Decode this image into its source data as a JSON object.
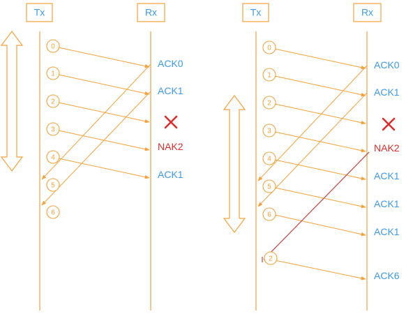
{
  "colors": {
    "orange": "#f5a23a",
    "blue": "#3d9be9",
    "red": "#e02b2b",
    "dark_red": "#c8504e"
  },
  "left": {
    "tx_label": "Tx",
    "rx_label": "Rx",
    "packets": [
      "0",
      "1",
      "2",
      "3",
      "4",
      "5",
      "6"
    ],
    "responses": [
      {
        "text": "ACK0",
        "kind": "ack"
      },
      {
        "text": "ACK1",
        "kind": "ack"
      },
      {
        "text": "NAK2",
        "kind": "nak"
      },
      {
        "text": "ACK1",
        "kind": "ack"
      }
    ]
  },
  "right": {
    "tx_label": "Tx",
    "rx_label": "Rx",
    "packets": [
      "0",
      "1",
      "2",
      "3",
      "4",
      "5",
      "6",
      "2"
    ],
    "responses": [
      {
        "text": "ACK0",
        "kind": "ack"
      },
      {
        "text": "ACK1",
        "kind": "ack"
      },
      {
        "text": "NAK2",
        "kind": "nak"
      },
      {
        "text": "ACK1",
        "kind": "ack"
      },
      {
        "text": "ACK1",
        "kind": "ack"
      },
      {
        "text": "ACK1",
        "kind": "ack"
      },
      {
        "text": "ACK6",
        "kind": "ack"
      }
    ]
  }
}
